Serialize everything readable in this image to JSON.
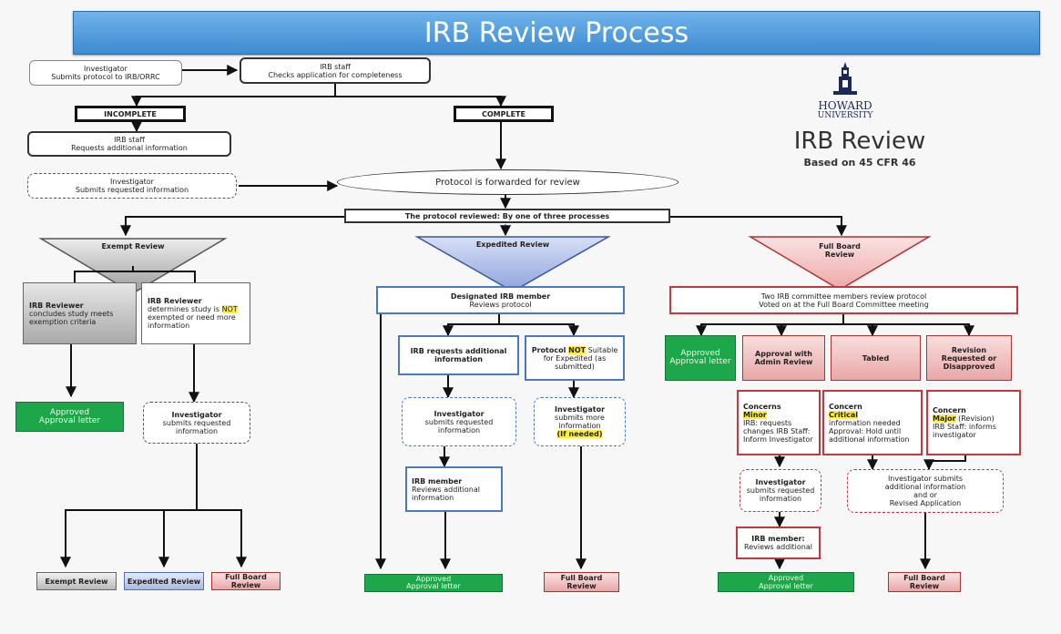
{
  "title": "IRB Review Process",
  "brand": {
    "university_line1": "HOWARD",
    "university_line2": "UNIVERSITY",
    "heading": "IRB Review",
    "subheading": "Based on 45 CFR 46"
  },
  "intake": {
    "investigator_submit": {
      "title": "Investigator",
      "text": "Submits protocol to IRB/ORRC"
    },
    "irb_staff_check": {
      "title": "IRB staff",
      "text": "Checks application for completeness"
    },
    "incomplete": "INCOMPLETE",
    "complete": "COMPLETE",
    "irb_staff_request": {
      "title": "IRB staff",
      "text": "Requests additional information"
    },
    "investigator_resubmit": {
      "title": "Investigator",
      "text": "Submits requested information"
    },
    "forwarded": "Protocol is forwarded for review",
    "three_processes": "The protocol reviewed: By one of three processes"
  },
  "exempt": {
    "triangle": "Exempt Review",
    "concludes": {
      "title": "IRB Reviewer",
      "text": "concludes study meets exemption criteria"
    },
    "determines": {
      "title": "IRB Reviewer",
      "text_pre": "determines study is ",
      "highlight": "NOT",
      "text_post": " exempted or need more information"
    },
    "approved": {
      "title": "Approved",
      "text": "Approval letter"
    },
    "investigator": {
      "title": "Investigator",
      "text": "submits requested information"
    },
    "end_exempt": "Exempt Review",
    "end_expedited": "Expedited Review",
    "end_fullboard": "Full Board Review"
  },
  "expedited": {
    "triangle": "Expedited Review",
    "designated": {
      "title": "Designated IRB member",
      "text": "Reviews protocol"
    },
    "requests": {
      "text": "IRB requests additional information"
    },
    "not_suitable": {
      "pre": "Protocol ",
      "highlight": "NOT",
      "post": " Suitable for Expedited (as submitted)"
    },
    "investigator_submits": {
      "title": "Investigator",
      "text": "submits requested information"
    },
    "investigator_more": {
      "title": "Investigator",
      "text": "submits more information",
      "note": "(If needed)"
    },
    "irb_member": {
      "title": "IRB member",
      "text": "Reviews additional information"
    },
    "approved": {
      "title": "Approved",
      "text": "Approval letter"
    },
    "end_fullboard": "Full Board Review"
  },
  "fullboard": {
    "triangle": "Full Board Review",
    "two_members": {
      "line1": "Two IRB committee members review protocol",
      "line2": "Voted on at the Full Board Committee meeting"
    },
    "approved": {
      "title": "Approved",
      "text": "Approval letter"
    },
    "admin_review": "Approval with Admin Review",
    "tabled": "Tabled",
    "revision": "Revision Requested or Disapproved",
    "concern_minor": {
      "title": "Concerns",
      "highlight": "Minor",
      "text": "IRB: requests changes IRB Staff: Inform Investigator"
    },
    "concern_critical": {
      "title": "Concern",
      "highlight": "Critical",
      "text": "information needed Approval: Hold until additional information"
    },
    "concern_major": {
      "title": "Concern",
      "highlight": "Major",
      "suffix": "(Revision)",
      "text": "IRB Staff: informs investigator"
    },
    "investigator_submits": {
      "title": "Investigator",
      "text": "submits requested information"
    },
    "investigator_revised": {
      "line1": "Investigator submits",
      "line2": "additional information",
      "line3": "and or",
      "line4": "Revised Application"
    },
    "irb_member": {
      "title": "IRB member:",
      "text": "Reviews additional"
    },
    "approved_end": {
      "title": "Approved",
      "text": "Approval letter"
    },
    "end_fullboard": "Full Board Review"
  },
  "colors": {
    "title_bar": "#3e8bd2",
    "approved_green": "#1da64a",
    "expedited_blue": "#4a78c4",
    "fullboard_red": "#c0393f",
    "highlight_yellow": "#ffef3a"
  }
}
